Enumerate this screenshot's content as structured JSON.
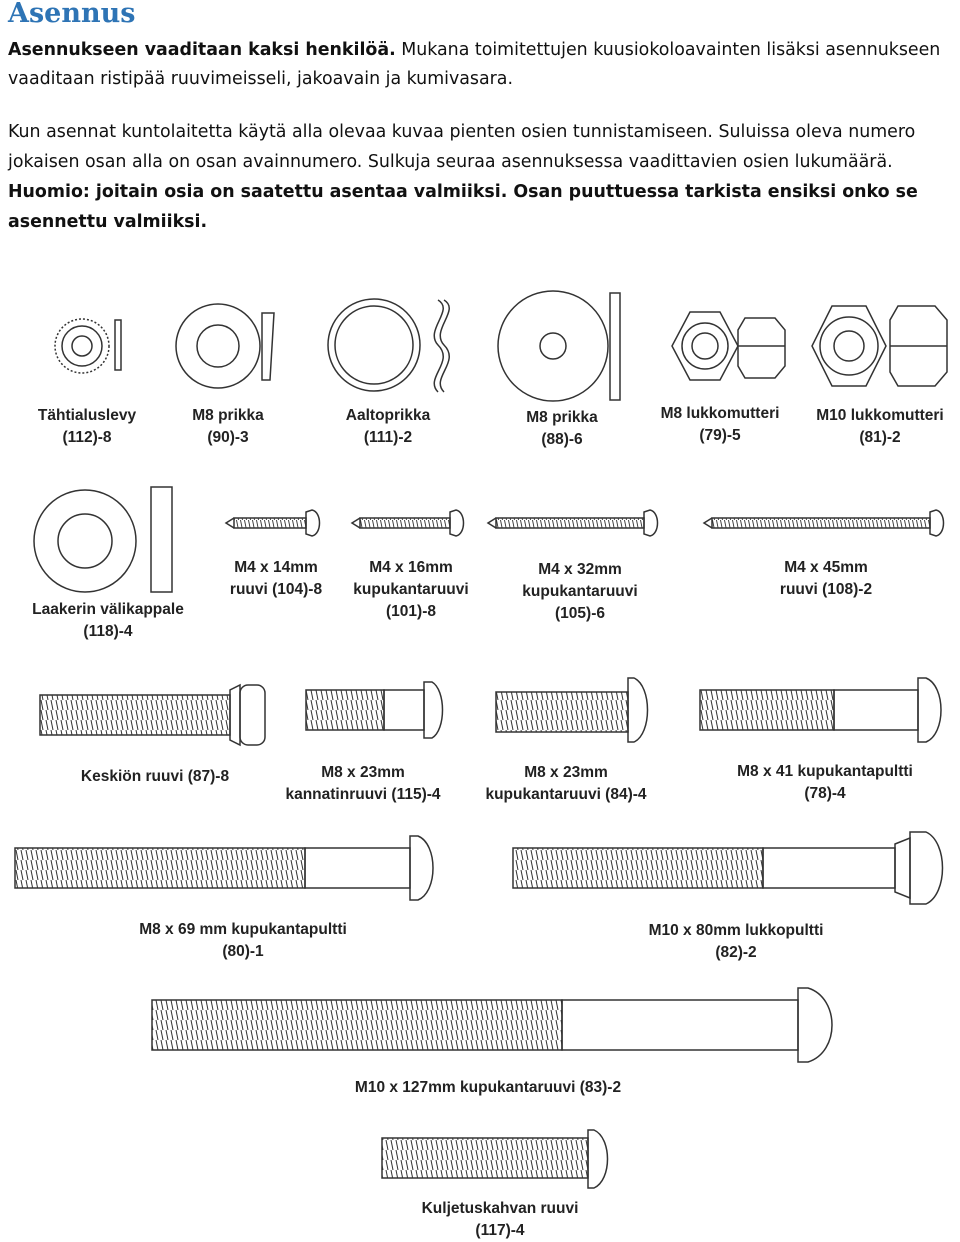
{
  "heading": "Asennus",
  "intro": {
    "bold": "Asennukseen vaaditaan kaksi henkilöä.",
    "text": " Mukana toimitettujen kuusiokoloavainten lisäksi asennukseen vaaditaan ristipää ruuvimeisseli, jakoavain ja kumivasara."
  },
  "para": {
    "text": "Kun asennat kuntolaitetta käytä alla olevaa kuvaa pienten osien tunnistamiseen. Suluissa oleva numero jokaisen osan alla on osan avainnumero. Sulkuja seuraa asennuksessa vaadittavien osien lukumäärä.",
    "bold": "Huomio: joitain osia on saatettu asentaa valmiiksi. Osan puuttuessa tarkista ensiksi onko se asennettu valmiiksi."
  },
  "parts": [
    {
      "name": "Tähtialuslevy",
      "code": "(112)-8"
    },
    {
      "name": "M8 prikka",
      "code": "(90)-3"
    },
    {
      "name": "Aaltoprikka",
      "code": "(111)-2"
    },
    {
      "name": "M8 prikka",
      "code": "(88)-6"
    },
    {
      "name": "M8 lukkomutteri",
      "code": "(79)-5"
    },
    {
      "name": "M10 lukkomutteri",
      "code": "(81)-2"
    },
    {
      "name": "Laakerin välikappale",
      "code": "(118)-4"
    },
    {
      "name": "M4 x 14mm",
      "code": "ruuvi (104)-8"
    },
    {
      "name": "M4 x 16mm",
      "name2": "kupukantaruuvi",
      "code": "(101)-8"
    },
    {
      "name": "M4 x 32mm",
      "name2": "kupukantaruuvi",
      "code": "(105)-6"
    },
    {
      "name": "M4 x 45mm",
      "code": "ruuvi (108)-2"
    },
    {
      "name": "Keskiön ruuvi (87)-8"
    },
    {
      "name": "M8 x 23mm",
      "code": "kannatinruuvi (115)-4"
    },
    {
      "name": "M8 x 23mm",
      "code": "kupukantaruuvi (84)-4"
    },
    {
      "name": "M8 x 41 kupukantapultti",
      "code": "(78)-4"
    },
    {
      "name": "M8 x 69 mm kupukantapultti",
      "code": "(80)-1"
    },
    {
      "name": "M10 x 80mm lukkopultti",
      "code": "(82)-2"
    },
    {
      "name": "M10 x 127mm kupukantaruuvi (83)-2"
    },
    {
      "name": "Kuljetuskahvan ruuvi",
      "code": "(117)-4"
    }
  ]
}
